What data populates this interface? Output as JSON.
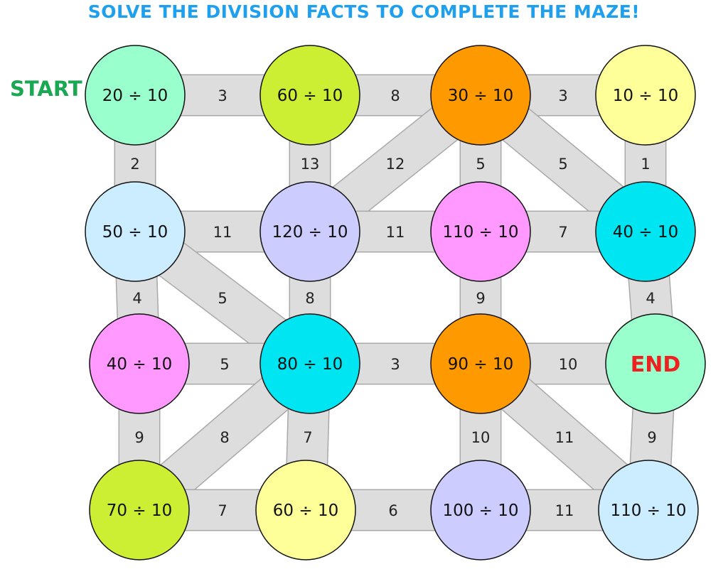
{
  "title": "SOLVE THE DIVISION FACTS TO COMPLETE THE MAZE!",
  "start_label": "START",
  "end_label": "END",
  "colors": {
    "title": "#1fa0ee",
    "start": "#1aa853",
    "end": "#ee2020",
    "path": "#dddddd",
    "path_border": "#a9a9a9"
  },
  "cells": [
    {
      "id": "r0c0",
      "label": "20 ÷ 10",
      "color": "#99ffcc"
    },
    {
      "id": "r0c1",
      "label": "60 ÷ 10",
      "color": "#ccee33"
    },
    {
      "id": "r0c2",
      "label": "30 ÷ 10",
      "color": "#ff9900"
    },
    {
      "id": "r0c3",
      "label": "10 ÷ 10",
      "color": "#ffff99"
    },
    {
      "id": "r1c0",
      "label": "50 ÷ 10",
      "color": "#ccecff"
    },
    {
      "id": "r1c1",
      "label": "120 ÷ 10",
      "color": "#ccccff"
    },
    {
      "id": "r1c2",
      "label": "110 ÷ 10",
      "color": "#ff99ff"
    },
    {
      "id": "r1c3",
      "label": "40 ÷ 10",
      "color": "#00e5f2"
    },
    {
      "id": "r2c0",
      "label": "40 ÷ 10",
      "color": "#ff99ff"
    },
    {
      "id": "r2c1",
      "label": "80 ÷ 10",
      "color": "#00e5f2"
    },
    {
      "id": "r2c2",
      "label": "90 ÷ 10",
      "color": "#ff9900"
    },
    {
      "id": "r2c3",
      "label": "",
      "color": "#99ffcc",
      "is_end": true
    },
    {
      "id": "r3c0",
      "label": "70 ÷ 10",
      "color": "#ccee33"
    },
    {
      "id": "r3c1",
      "label": "60 ÷ 10",
      "color": "#ffff99"
    },
    {
      "id": "r3c2",
      "label": "100 ÷ 10",
      "color": "#ccccff"
    },
    {
      "id": "r3c3",
      "label": "110 ÷ 10",
      "color": "#ccecff"
    }
  ],
  "edges": [
    {
      "from": "r0c0",
      "to": "r0c1",
      "value": "3"
    },
    {
      "from": "r0c1",
      "to": "r0c2",
      "value": "8"
    },
    {
      "from": "r0c2",
      "to": "r0c3",
      "value": "3"
    },
    {
      "from": "r0c0",
      "to": "r1c0",
      "value": "2"
    },
    {
      "from": "r0c1",
      "to": "r1c1",
      "value": "13"
    },
    {
      "from": "r0c2",
      "to": "r1c1",
      "value": "12"
    },
    {
      "from": "r0c2",
      "to": "r1c2",
      "value": "5"
    },
    {
      "from": "r0c2",
      "to": "r1c3",
      "value": "5"
    },
    {
      "from": "r0c3",
      "to": "r1c3",
      "value": "1"
    },
    {
      "from": "r1c0",
      "to": "r1c1",
      "value": "11"
    },
    {
      "from": "r1c1",
      "to": "r1c2",
      "value": "11"
    },
    {
      "from": "r1c2",
      "to": "r1c3",
      "value": "7"
    },
    {
      "from": "r1c0",
      "to": "r2c0",
      "value": "4"
    },
    {
      "from": "r1c0",
      "to": "r2c1",
      "value": "5"
    },
    {
      "from": "r1c1",
      "to": "r2c1",
      "value": "8"
    },
    {
      "from": "r1c2",
      "to": "r2c2",
      "value": "9"
    },
    {
      "from": "r1c3",
      "to": "r2c3",
      "value": "4"
    },
    {
      "from": "r2c0",
      "to": "r2c1",
      "value": "5"
    },
    {
      "from": "r2c1",
      "to": "r2c2",
      "value": "3"
    },
    {
      "from": "r2c2",
      "to": "r2c3",
      "value": "10"
    },
    {
      "from": "r2c0",
      "to": "r3c0",
      "value": "9"
    },
    {
      "from": "r2c1",
      "to": "r3c0",
      "value": "8"
    },
    {
      "from": "r2c1",
      "to": "r3c1",
      "value": "7"
    },
    {
      "from": "r2c2",
      "to": "r3c2",
      "value": "10"
    },
    {
      "from": "r2c2",
      "to": "r3c3",
      "value": "11"
    },
    {
      "from": "r2c3",
      "to": "r3c3",
      "value": "9"
    },
    {
      "from": "r3c0",
      "to": "r3c1",
      "value": "7"
    },
    {
      "from": "r3c1",
      "to": "r3c2",
      "value": "6"
    },
    {
      "from": "r3c2",
      "to": "r3c3",
      "value": "11"
    }
  ]
}
